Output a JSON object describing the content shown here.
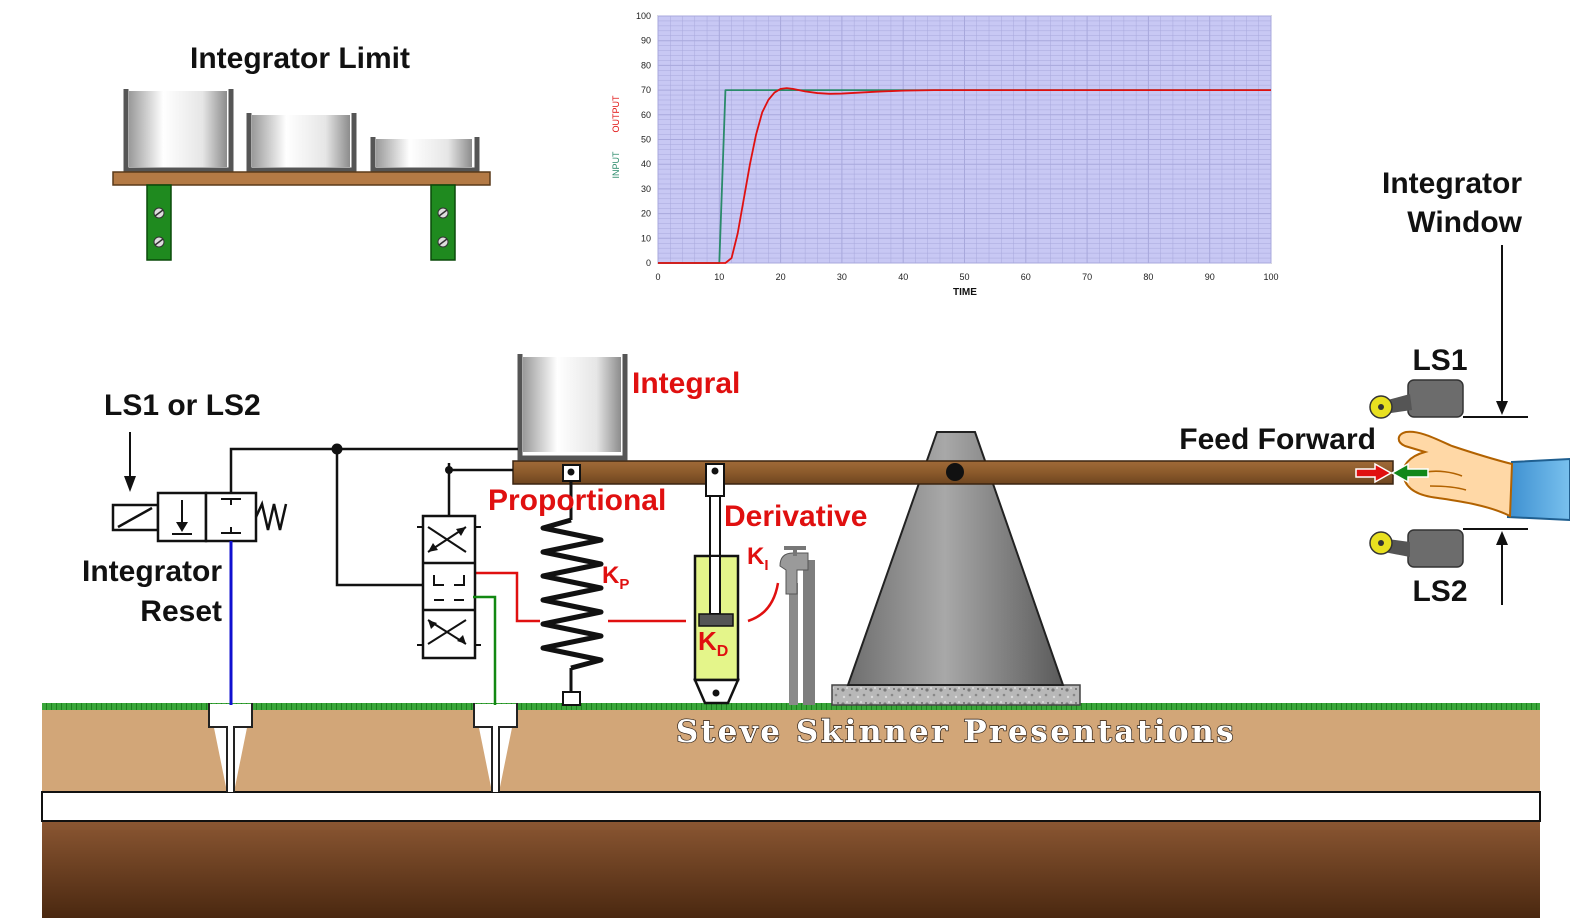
{
  "labels": {
    "integrator_limit": "Integrator Limit",
    "integrator_window_line1": "Integrator",
    "integrator_window_line2": "Window",
    "ls1": "LS1",
    "ls2": "LS2",
    "ls1_or_ls2": "LS1 or LS2",
    "integrator_reset_line1": "Integrator",
    "integrator_reset_line2": "Reset",
    "integral": "Integral",
    "proportional": "Proportional",
    "derivative": "Derivative",
    "feed_forward": "Feed Forward",
    "kp_main": "K",
    "kp_sub": "P",
    "kd_main": "K",
    "kd_sub": "D",
    "ki_main": "K",
    "ki_sub": "I",
    "credit": "Steve Skinner Presentations"
  },
  "colors": {
    "input_line": "#2a8a6a",
    "output_line": "#e01010",
    "plot_background": "#c8c8f4",
    "grid": "#a8a8dc",
    "beam": "#8b5a2b",
    "ground_soil": "#d2a678",
    "grass": "#3aa63a",
    "bracket_green": "#1f8a1f",
    "pilot_blue": "#1010d0",
    "pilot_green": "#118811",
    "signal_red": "#e01010"
  },
  "chart_data": {
    "type": "line",
    "title": "",
    "xlabel": "TIME",
    "ylabel_input": "INPUT",
    "ylabel_output": "OUTPUT",
    "xlim": [
      0,
      100
    ],
    "ylim": [
      0,
      100
    ],
    "x_ticks": [
      0,
      10,
      20,
      30,
      40,
      50,
      60,
      70,
      80,
      90,
      100
    ],
    "y_ticks": [
      0,
      10,
      20,
      30,
      40,
      50,
      60,
      70,
      80,
      90,
      100
    ],
    "grid": true,
    "series": [
      {
        "name": "INPUT",
        "color": "#2a8a6a",
        "x": [
          0,
          10,
          11,
          100
        ],
        "y": [
          0,
          0,
          70,
          70
        ]
      },
      {
        "name": "OUTPUT",
        "color": "#e01010",
        "x": [
          0,
          11,
          12,
          13,
          14,
          15,
          16,
          17,
          18,
          19,
          20,
          21,
          22,
          24,
          26,
          28,
          30,
          33,
          36,
          40,
          45,
          100
        ],
        "y": [
          0,
          0,
          2,
          12,
          26,
          40,
          52,
          61,
          66,
          69,
          70.5,
          70.8,
          70.5,
          69.5,
          68.8,
          68.5,
          68.6,
          69.0,
          69.4,
          69.8,
          70,
          70
        ]
      }
    ]
  }
}
